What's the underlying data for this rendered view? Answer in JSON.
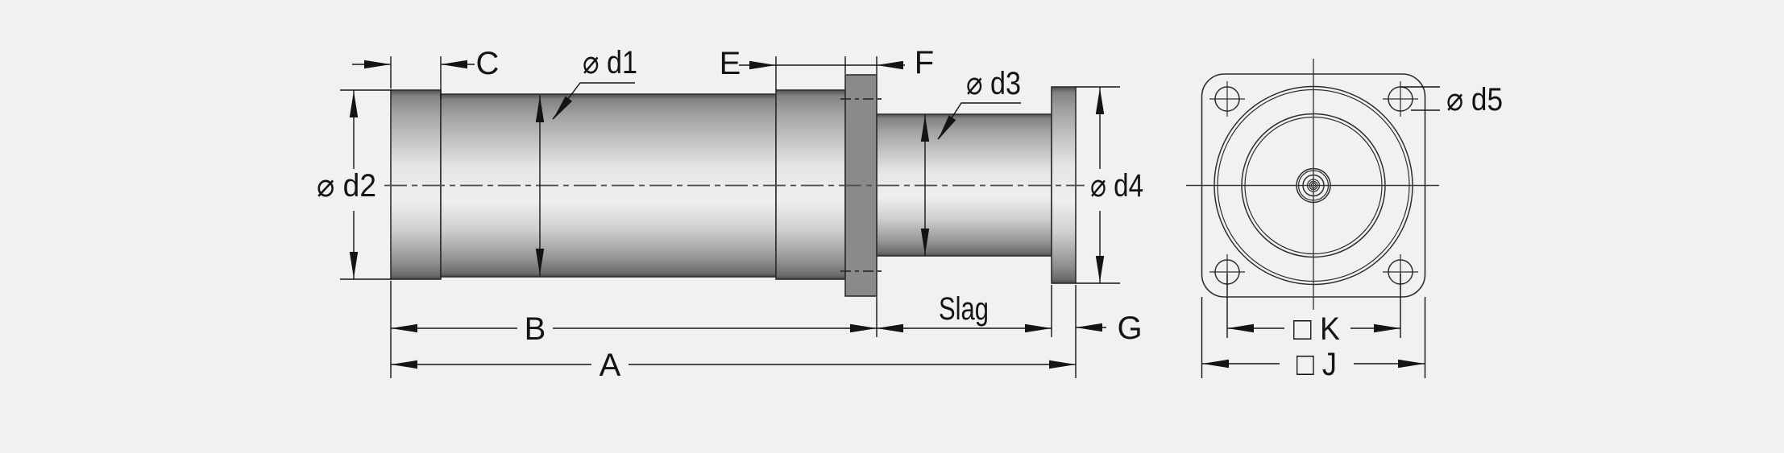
{
  "colors": {
    "background": "#f1f1f2",
    "outline": "#2d2d2d",
    "dimension_line": "#141414",
    "flange_gray": "#8a8a8a",
    "face_mid": "#dbdbdb",
    "face_light": "#e7e7e7"
  },
  "side_view": {
    "labels": {
      "c": "C",
      "d1": "⌀ d1",
      "e": "E",
      "f": "F",
      "d3": "⌀ d3",
      "d2": "⌀ d2",
      "d4": "⌀ d4",
      "b": "B",
      "slag": "Slag",
      "a": "A",
      "g": "G"
    }
  },
  "front_view": {
    "labels": {
      "d5": "⌀ d5",
      "k": "□ K",
      "j": "□ J"
    }
  }
}
